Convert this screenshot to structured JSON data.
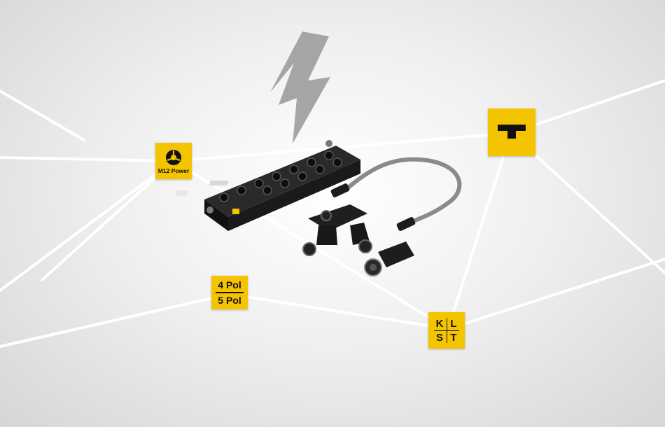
{
  "badges": {
    "power": {
      "label": "M12 Power",
      "icon": "wheel-icon"
    },
    "logo": {
      "icon": "t-logo-icon"
    },
    "pol": {
      "line1": "4 Pol",
      "line2": "5 Pol"
    },
    "klst": {
      "k": "K",
      "l": "L",
      "s": "S",
      "t": "T"
    }
  },
  "colors": {
    "badge": "#f5c400",
    "device": "#1e1e1e",
    "cable": "#8a8a8a",
    "lightning": "#9a9a9a",
    "network_line": "#ffffff"
  }
}
